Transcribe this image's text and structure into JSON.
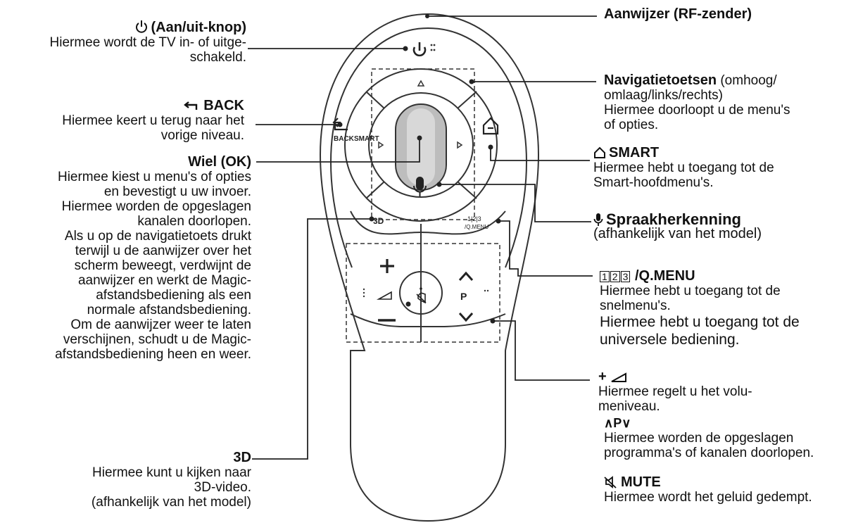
{
  "labels": {
    "power": {
      "title": "(Aan/uit-knop)",
      "lines": [
        "Hiermee wordt de TV in- of uitge-",
        "schakeld."
      ]
    },
    "back": {
      "title": "BACK",
      "lines": [
        "Hiermee keert u terug naar het",
        "vorige niveau."
      ]
    },
    "wheel": {
      "title": "Wiel (OK)",
      "lines": [
        "Hiermee kiest u menu's of opties",
        "en bevestigt u uw invoer.",
        "Hiermee worden de opgeslagen",
        "kanalen doorlopen.",
        "Als u op de navigatietoets drukt",
        "terwijl u de aanwijzer over het",
        "scherm beweegt, verdwijnt de",
        "aanwijzer en werkt de Magic-",
        "afstandsbediening als een",
        "normale afstandsbediening.",
        "Om de aanwijzer weer te laten",
        "verschijnen, schudt u de Magic-",
        "afstandsbediening heen en weer."
      ]
    },
    "threed": {
      "title": "3D",
      "lines": [
        "Hiermee kunt u kijken naar",
        "3D-video.",
        "(afhankelijk van het model)"
      ]
    },
    "pointer": {
      "title": "Aanwijzer (RF-zender)"
    },
    "nav": {
      "title": "Navigatietoetsen",
      "title_suffix": " (omhoog/",
      "lines": [
        "omlaag/links/rechts)",
        "Hiermee doorloopt u de menu's",
        "of opties."
      ]
    },
    "smart": {
      "title": "SMART",
      "lines": [
        "Hiermee hebt u toegang tot de",
        "Smart-hoofdmenu's."
      ]
    },
    "voice": {
      "title": "Spraakherkenning",
      "lines": [
        "(afhankelijk van het model)"
      ]
    },
    "qmenu": {
      "digits": [
        "1",
        "2",
        "3"
      ],
      "title": "/Q.MENU",
      "lines": [
        "Hiermee hebt u toegang tot de",
        "snelmenu's."
      ],
      "lines_large": [
        "Hiermee hebt u toegang tot de",
        "universele bediening."
      ]
    },
    "volume": {
      "title": "+",
      "lines": [
        "Hiermee regelt u het volu-",
        "meniveau."
      ]
    },
    "program": {
      "title_left": "∧",
      "title_mid": "P",
      "title_right": "∨",
      "lines": [
        "Hiermee worden de opgeslagen",
        "programma's of kanalen doorlopen."
      ]
    },
    "mute": {
      "title": "MUTE",
      "lines": [
        "Hiermee wordt het geluid gedempt."
      ]
    }
  },
  "remote": {
    "back_label": "BACK",
    "smart_label": "SMART",
    "threed_label": "3D",
    "qmenu_digits": "1|2|3",
    "qmenu_label": "/Q.MENU",
    "p_label": "P"
  },
  "colors": {
    "line": "#222222",
    "remote_stroke": "#333333",
    "remote_fill": "#ffffff",
    "wheel_fill": "#bdbdbd"
  }
}
